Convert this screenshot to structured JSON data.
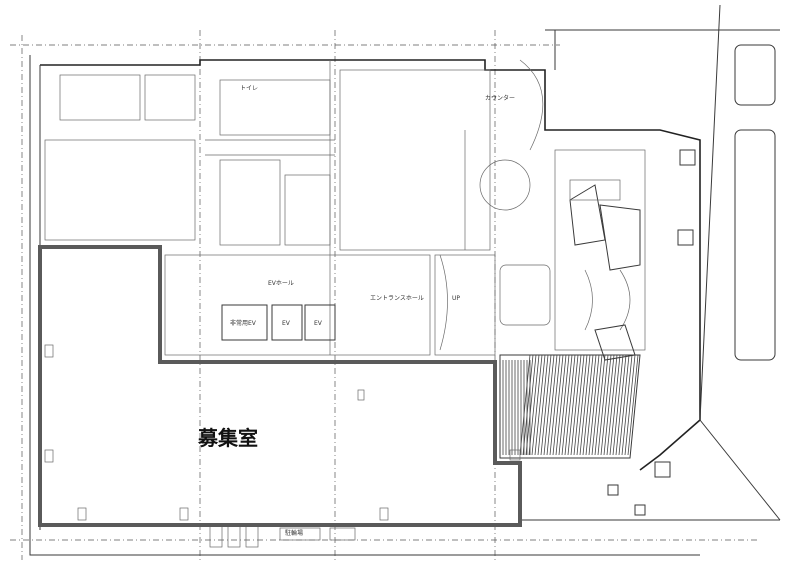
{
  "zone_label": "募集室",
  "labels": {
    "ev_hall": "EVホール",
    "entrance_hall": "エントランスホール",
    "ev_emergency": "非常用EV",
    "ev1": "EV",
    "ev2": "EV",
    "up": "UP",
    "toilet": "トイレ",
    "counter": "カウンター",
    "parking": "駐輪場"
  },
  "icons": [
    "stair-icon",
    "door-swing-icon",
    "tree-icon"
  ]
}
